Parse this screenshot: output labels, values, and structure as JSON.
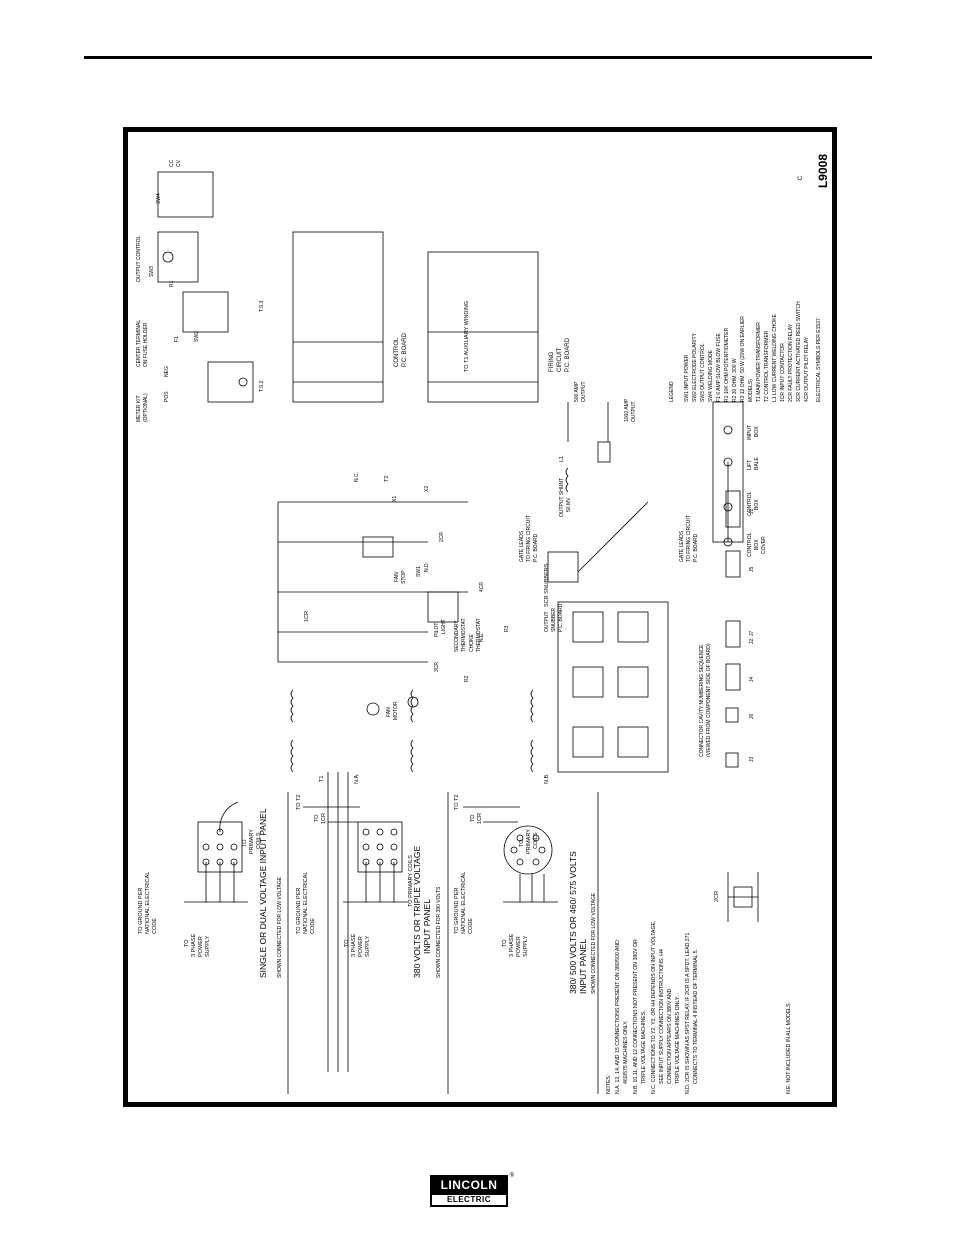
{
  "document": {
    "drawing_number": "L9008",
    "revision": "C"
  },
  "panels": {
    "panel1": {
      "title": "SINGLE OR DUAL VOLTAGE INPUT PANEL",
      "subtitle": "SHOWN CONNECTED FOR LOW VOLTAGE",
      "ground": [
        "TO GROUND PER",
        "NATIONAL ELECTRICAL",
        "CODE"
      ],
      "supply": [
        "TO",
        "3 PHASE",
        "POWER",
        "SUPPLY"
      ],
      "coils": [
        "TO",
        "PRIMARY",
        "COILS"
      ]
    },
    "panel2": {
      "title": "380 VOLTS OR TRIPLE VOLTAGE",
      "title2": "INPUT PANEL",
      "subtitle": "SHOWN CONNECTED FOR 380 VOLTS",
      "ground": [
        "TO GROUND PER",
        "NATIONAL ELECTRICAL",
        "CODE"
      ],
      "supply": [
        "TO",
        "3 PHASE",
        "POWER",
        "SUPPLY"
      ],
      "coils": "TO PRIMARY COILS",
      "to_t2": "TO T2",
      "to_1cr": [
        "TO",
        "1CR"
      ]
    },
    "panel3": {
      "title": "380/ 500 VOLTS OR 460/ 575 VOLTS",
      "title2": "INPUT PANEL",
      "subtitle": "SHOWN CONNECTED FOR LOW VOLTAGE",
      "ground": [
        "TO GROUND PER",
        "NATIONAL ELECTRICAL",
        "CODE"
      ],
      "supply": [
        "TO",
        "3 PHASE",
        "POWER",
        "SUPPLY"
      ],
      "coils": [
        "TO",
        "PRIMARY",
        "COILS"
      ],
      "to_t2": "TO T2",
      "to_1cr": [
        "TO",
        "1CR"
      ]
    }
  },
  "notes": {
    "heading": "NOTES:",
    "items": [
      "N.A. 13, 14, AND 15 CONNECTIONS PRESENT ON 380/500 AND",
      "460/575 MACHINES ONLY.",
      "N.B. 10,11, AND 12 CONNECTIONS NOT PRESENT ON 380V OR",
      "TRIPLE VOLTAGE MACHINES.",
      "N.C. CONNECTIONS TO Y2, Y3, OR H4 DEPENDS ON INPUT VOLTAGE,",
      "SEE INPUT SUPPLY CONNECTION INSTRUCTIONS. H4",
      "CONNECTION APPEARS ON 380V AND",
      "TRIPLE VOLTAGE MACHINES ONLY.",
      "N.D. 2CR IS SHOWN AS SPST RELAY. IF 2CR IS A SPDT, LEAD 271",
      "CONNECTS TO TERMINAL 4 INSTEAD OF TERMINAL 5."
    ],
    "ne": "N.E. NOT INCLUDED IN ALL MODELS."
  },
  "legend": {
    "heading": "LEGEND",
    "items": [
      "SW1  INPUT POWER",
      "SW2  ELECTRODE POLARITY",
      "SW3  OUTPUT CONTROL",
      "SW4  WELDING MODE",
      "F1   6 AMP SLOW BLOW FUSE",
      "R1   10K OHM POTENTIOMETER",
      "R2   30 OHM, 300 W",
      "R3   12 OHM, 50 W (20W ON EARLIER",
      "     MODELS)",
      "T1   MAIN POWER TRANSFORMER",
      "T2   CONTROL TRANSFORMER",
      "L1   LOW CURRENT WELDING CHOKE",
      "1CR  INPUT CONTACTOR",
      "2CR  FAULT PROTECTION RELAY",
      "3CR  CURRENT ACTIVATED REED SWITCH",
      "4CR  OUTPUT PILOT RELAY",
      "ELECTRICAL SYMBOLS PER E1537"
    ]
  },
  "labels": {
    "control_board": [
      "CONTROL",
      "P.C. BOARD"
    ],
    "firing_board": [
      "FIRING",
      "CIRCUIT",
      "P.C. BOARD"
    ],
    "t1_aux": "TO T1 AUXILIARY WINDING",
    "output_control": "OUTPUT CONTROL",
    "center_terminal": [
      "CENTER TERMINAL",
      "ON FUSE HOLDER"
    ],
    "meter_kit": [
      "METER KIT",
      "(OPTIONAL)"
    ],
    "sw4": "SW4",
    "tsl2": "T.S.2",
    "tsl3": "T.S.3",
    "fan_stop": [
      "FAN",
      "STOP"
    ],
    "sw1": "SW1",
    "pilot_light": [
      "PILOT",
      "LIGHT"
    ],
    "fan_motor": [
      "FAN",
      "MOTOR"
    ],
    "secondary_thermostat": [
      "SECONDARY",
      "THERMOSTAT"
    ],
    "choke_thermostat": [
      "CHOKE",
      "THERMOSTAT"
    ],
    "snubber": [
      "OUTPUT",
      "SNUBBER",
      "P.C. BOARD"
    ],
    "output_shunt": [
      "OUTPUT SHUNT",
      "50 MV"
    ],
    "amp500": [
      "500 AMP",
      "OUTPUT"
    ],
    "amp1000": [
      "1000 AMP",
      "OUTPUT"
    ],
    "gate_leads_1": [
      "GATE LEADS",
      "TO FIRING CIRCUIT",
      "P.C. BOARD"
    ],
    "gate_leads_2": [
      "GATE LEADS",
      "TO FIRING CIRCUIT",
      "P.C. BOARD"
    ],
    "scr_snubbers": "SCR SNUBBERS",
    "connector_seq": [
      "CONNECTOR CAVITY NUMBERING SEQUENCE",
      "(VIEWED FROM COMPONENT SIDE OF BOARD)"
    ],
    "control_box_cover": [
      "CONTROL",
      "BOX",
      "COVER"
    ],
    "control_box": [
      "CONTROL",
      "BOX"
    ],
    "lift_bale": [
      "LIFT",
      "BALE"
    ],
    "input_box": [
      "INPUT",
      "BOX"
    ],
    "ne": "N.E.",
    "na": "N.A.",
    "nb": "N.B.",
    "nc": "N.C.",
    "nd": "N.D.",
    "t1": "T1",
    "t2": "T2",
    "x1": "X1",
    "x2": "X2",
    "l1": "L1",
    "cr1": "1CR",
    "cr2": "2CR",
    "cr3": "3CR",
    "cr4": "4CR",
    "r1": "R1",
    "r2": "R2",
    "r3": "R3",
    "f1": "F1",
    "j1": "J1",
    "j2j7": "J2, J7",
    "j3": "J3",
    "j4": "J4",
    "j5": "J5",
    "j6": "J6",
    "neg": "NEG",
    "pos": "POS",
    "cc": "CC",
    "cv": "CV",
    "sw3": "SW3",
    "sw2": "SW2"
  },
  "logo": {
    "top": "LINCOLN",
    "bottom": "ELECTRIC",
    "mark": "®"
  }
}
